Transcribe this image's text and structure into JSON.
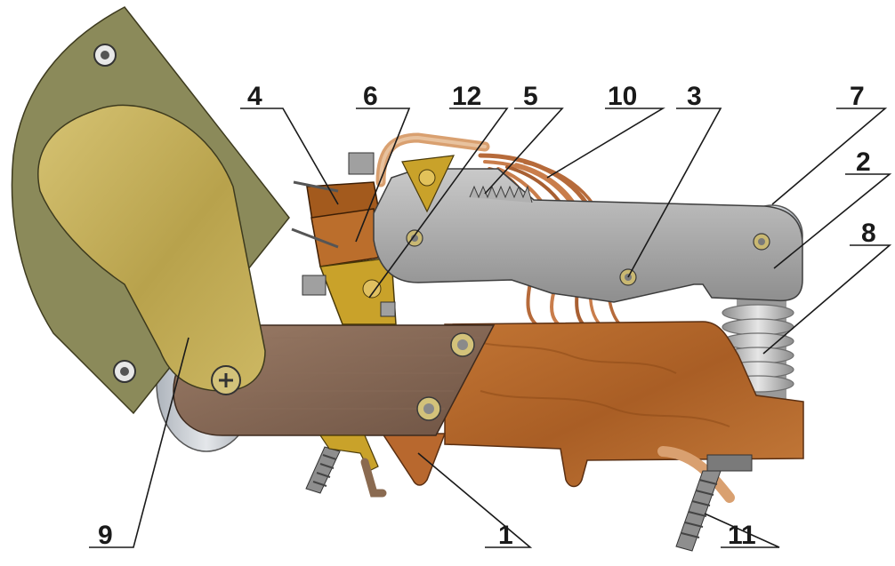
{
  "callouts": [
    {
      "id": "1",
      "text": "1"
    },
    {
      "id": "2",
      "text": "2"
    },
    {
      "id": "3",
      "text": "3"
    },
    {
      "id": "4",
      "text": "4"
    },
    {
      "id": "5",
      "text": "5"
    },
    {
      "id": "6",
      "text": "6"
    },
    {
      "id": "7",
      "text": "7"
    },
    {
      "id": "8",
      "text": "8"
    },
    {
      "id": "9",
      "text": "9"
    },
    {
      "id": "10",
      "text": "10"
    },
    {
      "id": "11",
      "text": "11"
    },
    {
      "id": "12",
      "text": "12"
    }
  ],
  "colors": {
    "arc_chute_outer": "#8b8a5a",
    "arc_chute_inner": "#c8b662",
    "base_wood": "#b8682e",
    "base_textolite": "#8a6a55",
    "contact_lever": "#a8a8a8",
    "copper": "#c57a4a",
    "brass": "#c9a22a",
    "spring": "#b8b8b8",
    "roller": "#c9ced6",
    "bolt": "#909090",
    "outline": "#2a2a2a"
  }
}
